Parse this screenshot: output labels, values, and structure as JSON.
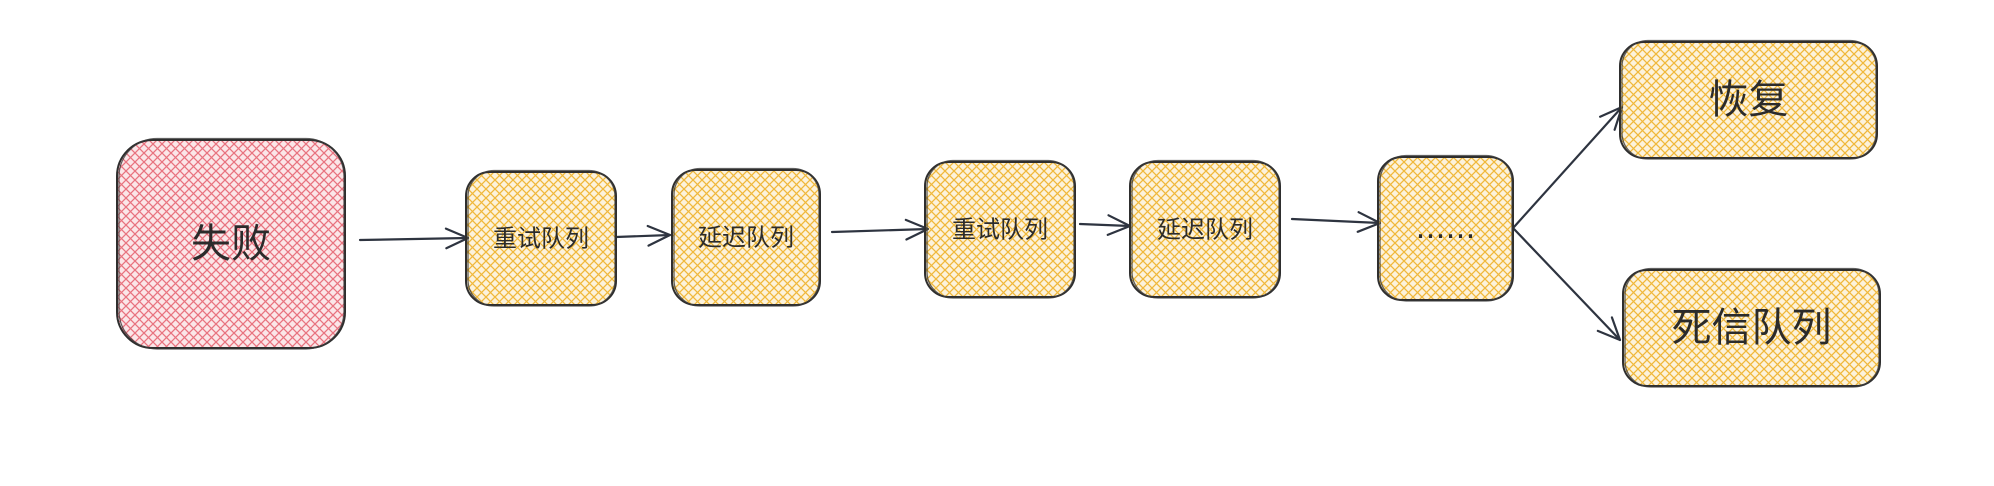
{
  "diagram": {
    "nodes": [
      {
        "id": "fail",
        "label": "失败",
        "color": "#e8737f"
      },
      {
        "id": "retry1",
        "label": "重试队列",
        "color": "#f0b83a"
      },
      {
        "id": "delay1",
        "label": "延迟队列",
        "color": "#f0b83a"
      },
      {
        "id": "retry2",
        "label": "重试队列",
        "color": "#f0b83a"
      },
      {
        "id": "delay2",
        "label": "延迟队列",
        "color": "#f0b83a"
      },
      {
        "id": "more",
        "label": "……",
        "color": "#f0b83a"
      },
      {
        "id": "recover",
        "label": "恢复",
        "color": "#f0b83a"
      },
      {
        "id": "dlq",
        "label": "死信队列",
        "color": "#f0b83a"
      }
    ],
    "edges": [
      {
        "from": "fail",
        "to": "retry1"
      },
      {
        "from": "retry1",
        "to": "delay1"
      },
      {
        "from": "delay1",
        "to": "retry2"
      },
      {
        "from": "retry2",
        "to": "delay2"
      },
      {
        "from": "delay2",
        "to": "more"
      },
      {
        "from": "more",
        "to": "recover"
      },
      {
        "from": "more",
        "to": "dlq"
      }
    ],
    "colors": {
      "stroke": "#2e2e2e",
      "arrow": "#2e3440",
      "fail_fill": "#e8737f",
      "queue_fill": "#f0b83a"
    }
  }
}
